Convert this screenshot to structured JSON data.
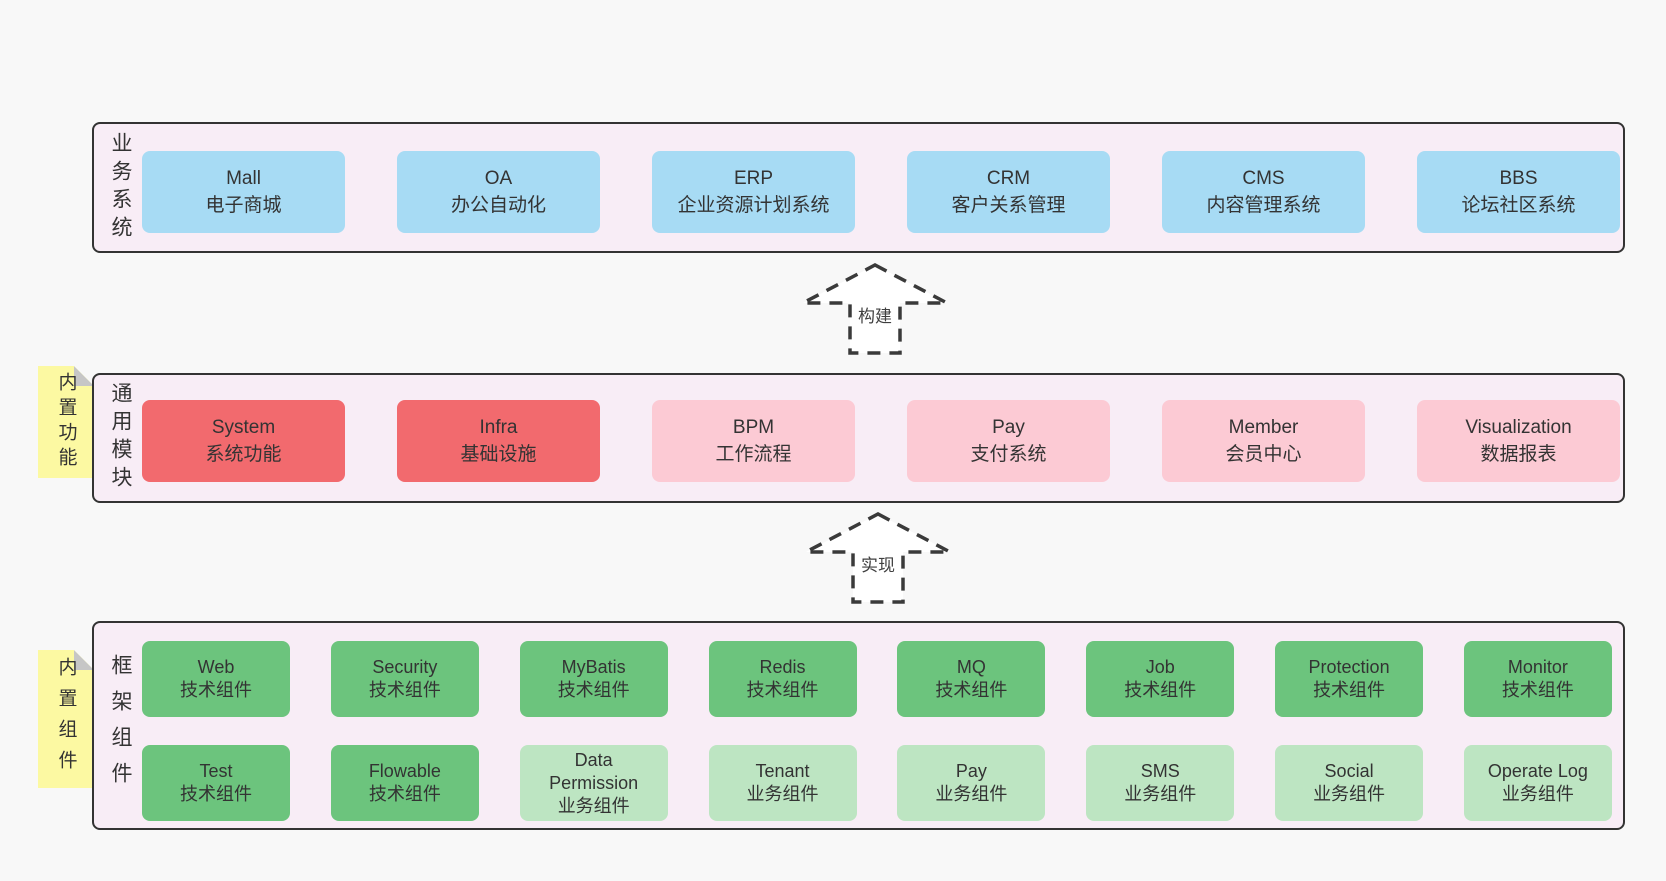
{
  "panels": {
    "business": {
      "label": "业务系统",
      "items": [
        {
          "name": "Mall",
          "desc": "电子商城"
        },
        {
          "name": "OA",
          "desc": "办公自动化"
        },
        {
          "name": "ERP",
          "desc": "企业资源计划系统"
        },
        {
          "name": "CRM",
          "desc": "客户关系管理"
        },
        {
          "name": "CMS",
          "desc": "内容管理系统"
        },
        {
          "name": "BBS",
          "desc": "论坛社区系统"
        }
      ]
    },
    "modules": {
      "label": "通用模块",
      "tab": "内置功能",
      "items": [
        {
          "name": "System",
          "desc": "系统功能",
          "variant": "red"
        },
        {
          "name": "Infra",
          "desc": "基础设施",
          "variant": "red"
        },
        {
          "name": "BPM",
          "desc": "工作流程",
          "variant": "pink"
        },
        {
          "name": "Pay",
          "desc": "支付系统",
          "variant": "pink"
        },
        {
          "name": "Member",
          "desc": "会员中心",
          "variant": "pink"
        },
        {
          "name": "Visualization",
          "desc": "数据报表",
          "variant": "pink"
        }
      ]
    },
    "components": {
      "label": "框架组件",
      "tab": "内置组件",
      "row1": [
        {
          "name": "Web",
          "desc": "技术组件",
          "variant": "green"
        },
        {
          "name": "Security",
          "desc": "技术组件",
          "variant": "green"
        },
        {
          "name": "MyBatis",
          "desc": "技术组件",
          "variant": "green"
        },
        {
          "name": "Redis",
          "desc": "技术组件",
          "variant": "green"
        },
        {
          "name": "MQ",
          "desc": "技术组件",
          "variant": "green"
        },
        {
          "name": "Job",
          "desc": "技术组件",
          "variant": "green"
        },
        {
          "name": "Protection",
          "desc": "技术组件",
          "variant": "green"
        },
        {
          "name": "Monitor",
          "desc": "技术组件",
          "variant": "green"
        }
      ],
      "row2": [
        {
          "name": "Test",
          "desc": "技术组件",
          "variant": "green"
        },
        {
          "name": "Flowable",
          "desc": "技术组件",
          "variant": "green"
        },
        {
          "name": "Data Permission",
          "desc": "业务组件",
          "variant": "lightgreen"
        },
        {
          "name": "Tenant",
          "desc": "业务组件",
          "variant": "lightgreen"
        },
        {
          "name": "Pay",
          "desc": "业务组件",
          "variant": "lightgreen"
        },
        {
          "name": "SMS",
          "desc": "业务组件",
          "variant": "lightgreen"
        },
        {
          "name": "Social",
          "desc": "业务组件",
          "variant": "lightgreen"
        },
        {
          "name": "Operate Log",
          "desc": "业务组件",
          "variant": "lightgreen"
        }
      ]
    }
  },
  "arrows": [
    {
      "label": "构建"
    },
    {
      "label": "实现"
    }
  ],
  "colors": {
    "page_bg": "#f8f8f8",
    "panel_bg": "#f8edf6",
    "panel_border": "#333333",
    "business_box": "#a7dbf4",
    "core_module_box": "#f26a6e",
    "optional_module_box": "#fccad4",
    "tech_component_box": "#6cc47d",
    "biz_component_box": "#bde5c2",
    "sticky_tab": "#fcf9a2",
    "sticky_fold": "#c6c6c6"
  }
}
